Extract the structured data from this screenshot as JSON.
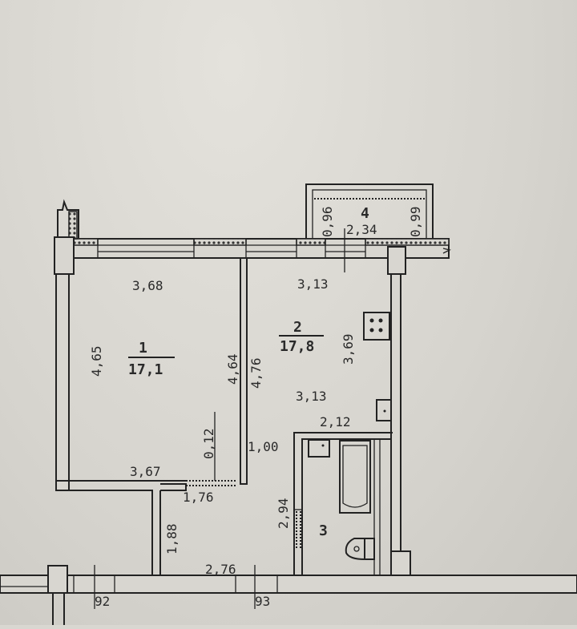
{
  "rooms": [
    {
      "number": "1",
      "area": "17,1"
    },
    {
      "number": "2",
      "area": "17,8"
    },
    {
      "number": "3"
    },
    {
      "number": "4"
    }
  ],
  "dimensions": {
    "room1_top": "3,68",
    "room1_left": "4,65",
    "room1_right": "4,64",
    "room1_bottom": "3,67",
    "room2_top": "3,13",
    "room2_left": "4,76",
    "room2_right": "3,69",
    "room2_mid": "3,13",
    "hall_opening": "0,12",
    "hall_door": "1,00",
    "hall_width": "1,76",
    "hall_length": "1,88",
    "bath_top": "2,12",
    "bath_side": "2,94",
    "bottom_length": "2,76",
    "balcony_left": "0,96",
    "balcony_length": "2,34",
    "balcony_right": "0,99"
  },
  "axis_marks": {
    "left": "92",
    "right": "93"
  }
}
